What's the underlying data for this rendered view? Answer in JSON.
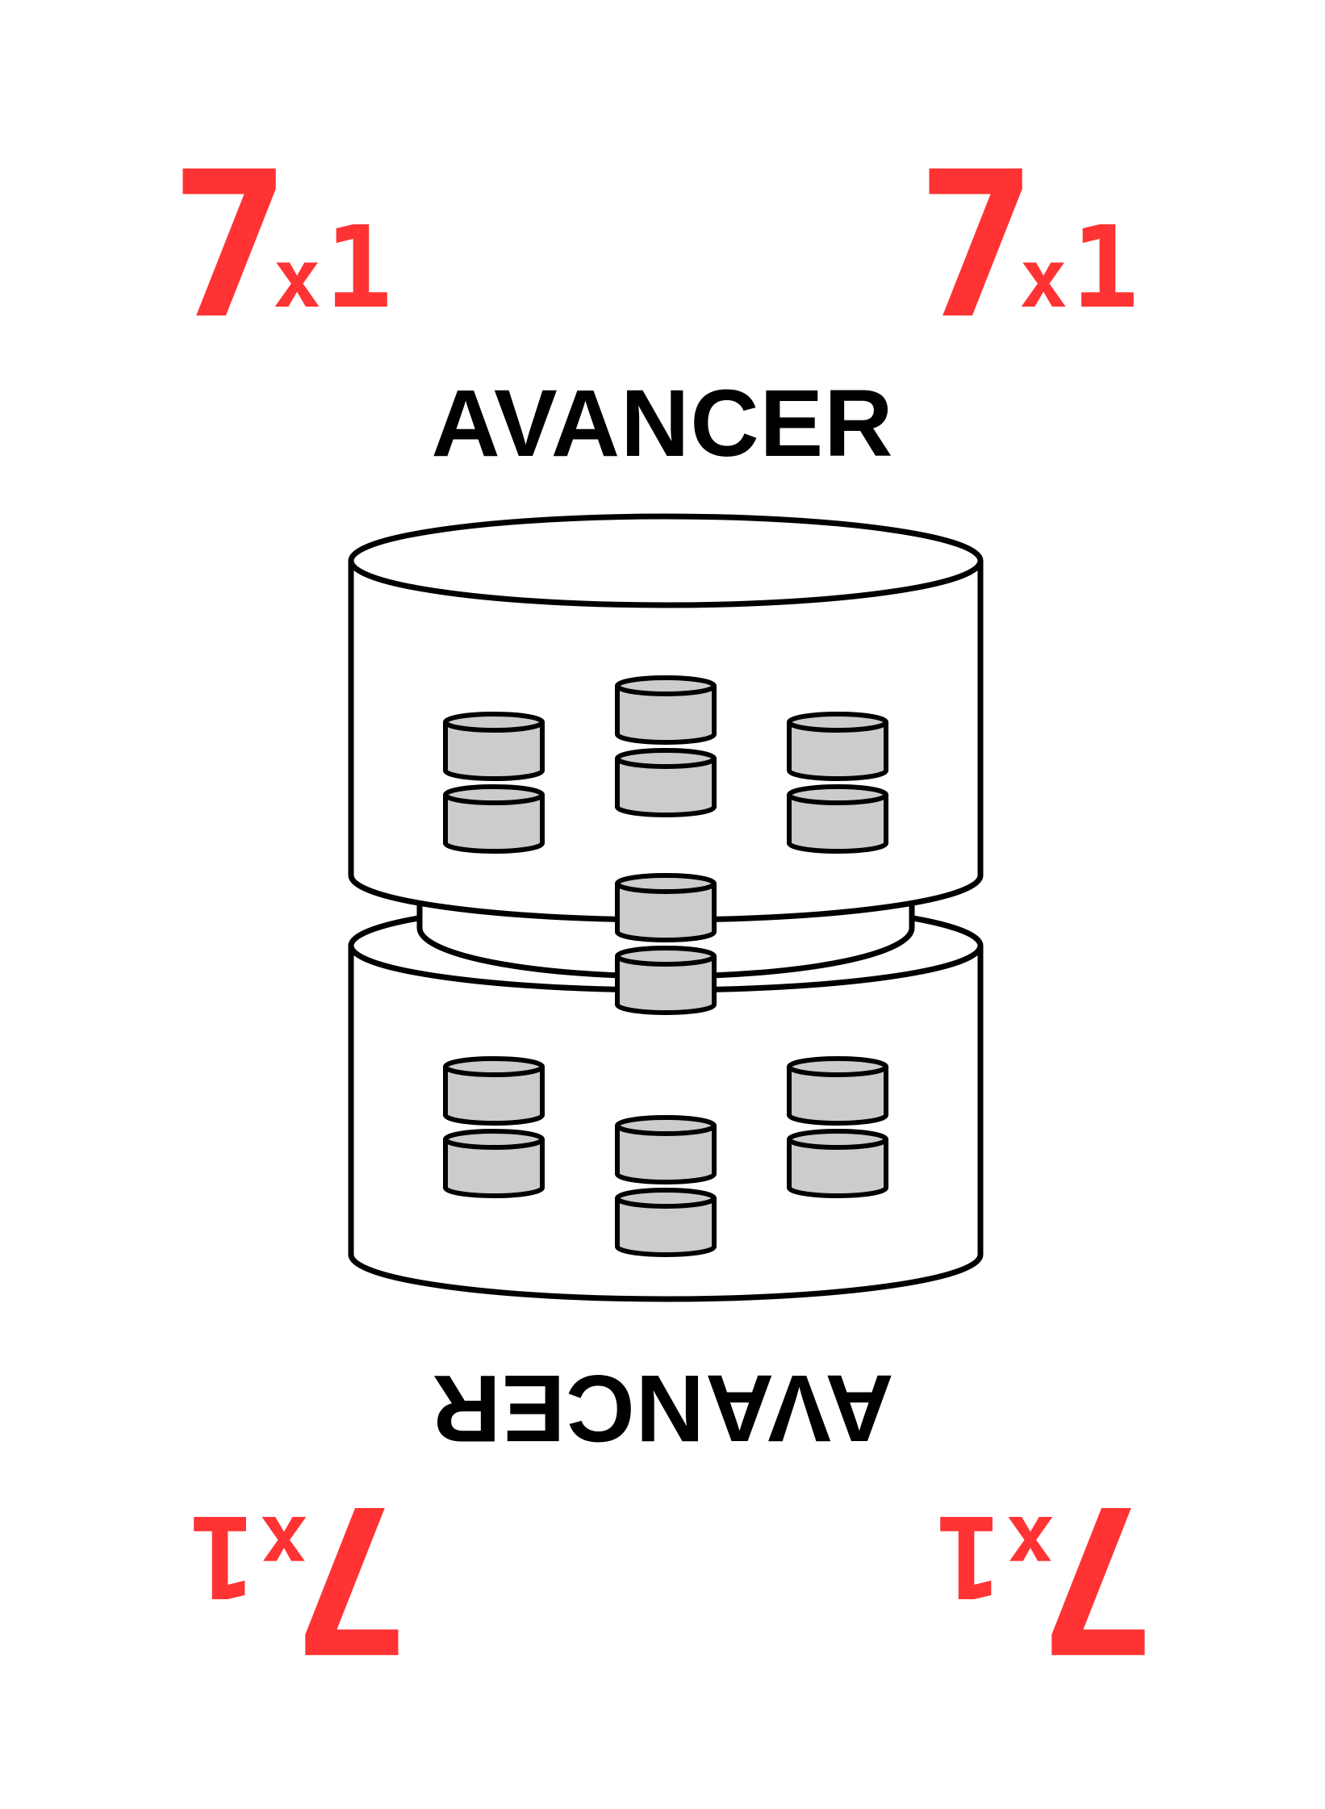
{
  "card": {
    "value": "7",
    "multiplier_sign": "x",
    "multiplier_value": "1",
    "action": "AVANCER",
    "colors": {
      "value": "#ff3333",
      "text": "#000000",
      "token_fill": "#cccccc",
      "stack_fill": "#ffffff",
      "outline": "#000000"
    },
    "illustration": "stacked-pawn-tokens-icon"
  }
}
